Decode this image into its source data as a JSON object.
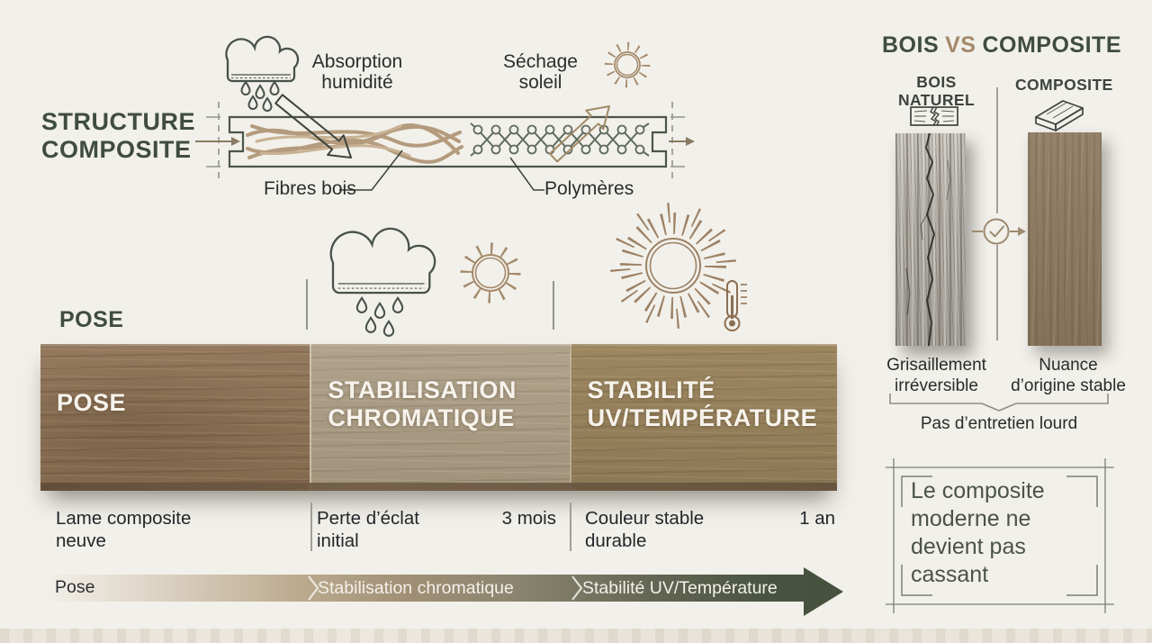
{
  "colors": {
    "background": "#f2f0ea",
    "heading_green": "#3f4c41",
    "accent_brown": "#a3896a",
    "plank_pose": "#8a7054",
    "plank_stabilisation": "#a99b84",
    "plank_stabilite_uv": "#96815f",
    "natural_wood_gray": "#b6b2aa",
    "composite_brown": "#8d7a60",
    "arrow_dark_green": "#47533f"
  },
  "icons": {
    "rain-cloud-icon": "☁",
    "sun-icon": "☀",
    "thermometer-icon": "🌡",
    "check-circle-icon": "✓"
  },
  "structure": {
    "title": "STRUCTURE\nCOMPOSITE",
    "absorption_label": "Absorption\nhumidité",
    "sechage_label": "Séchage\nsoleil",
    "fibres_label": "Fibres bois",
    "polymeres_label": "Polymères"
  },
  "timeline": {
    "heading": "POSE",
    "phases": [
      {
        "plank_label": "POSE",
        "caption": "Lame composite\nneuve"
      },
      {
        "plank_label": "STABILISATION\nCHROMATIQUE",
        "caption": "Perte d’éclat\ninitial",
        "duration": "3 mois"
      },
      {
        "plank_label": "STABILITÉ\nUV/TEMPÉRATURE",
        "caption": "Couleur stable\ndurable",
        "duration": "1 an"
      }
    ],
    "arrow_labels": [
      "Pose",
      "Stabilisation chromatique",
      "Stabilité UV/Température"
    ]
  },
  "comparison": {
    "title_left": "BOIS",
    "title_vs": "VS",
    "title_right": "COMPOSITE",
    "natural_label": "BOIS\nNATUREL",
    "composite_label": "COMPOSITE",
    "natural_caption": "Grisaillement\nirréversible",
    "composite_caption": "Nuance\nd’origine stable",
    "bracket_caption": "Pas d’entretien lourd",
    "quote": "Le composite\nmoderne ne\ndevient pas\ncassant"
  }
}
